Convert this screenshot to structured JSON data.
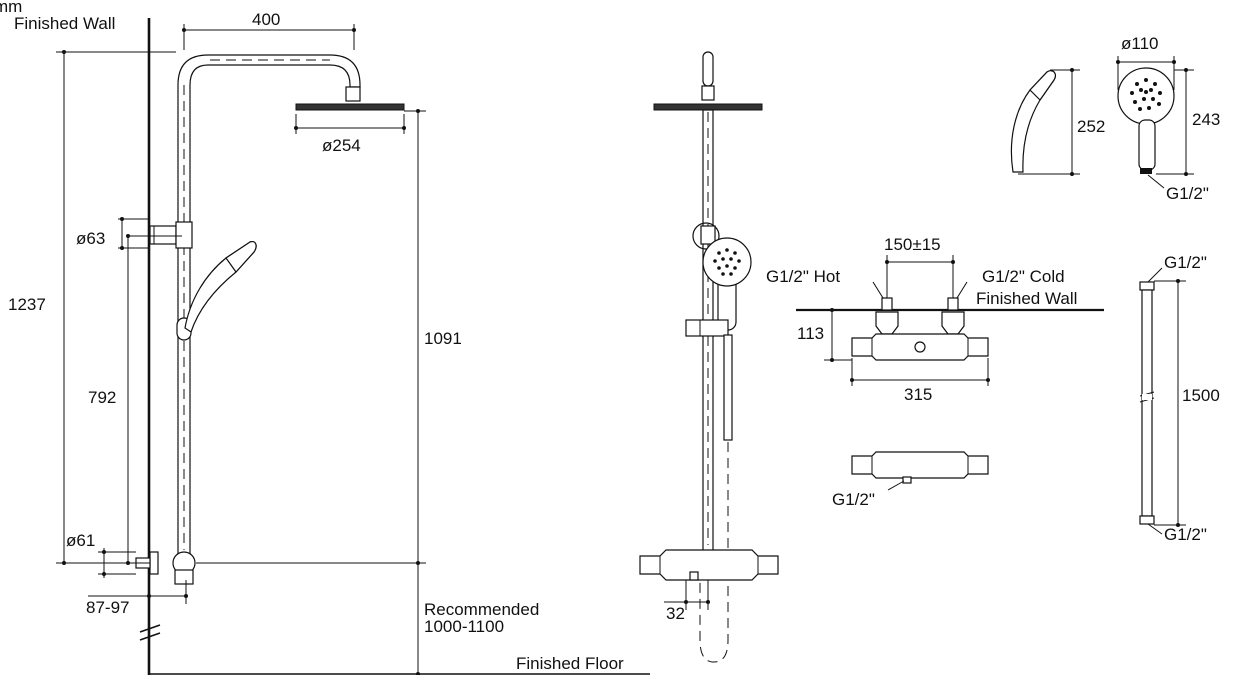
{
  "labels": {
    "unit": "mm",
    "finished_wall_top": "Finished Wall",
    "finished_wall_valve": "Finished Wall",
    "finished_floor": "Finished Floor",
    "recommended": "Recommended",
    "recommended_range": "1000-1100",
    "hot_inlet": "G1/2\" Hot",
    "cold_inlet": "G1/2\" Cold",
    "outlet_valve": "G1/2\"",
    "hand_shower_conn": "G1/2\"",
    "hose_top": "G1/2\"",
    "hose_bottom": "G1/2\""
  },
  "dimensions": {
    "arm_reach": "400",
    "head_diameter": "ø254",
    "total_height": "1237",
    "head_height": "1091",
    "bracket_diameter": "ø63",
    "bracket_spacing": "792",
    "valve_diameter": "ø61",
    "wall_offset": "87-97",
    "outlet_offset": "32",
    "hand_length": "252",
    "hand_head_diameter": "ø110",
    "hand_height": "243",
    "inlet_spacing": "150±15",
    "valve_depth": "113",
    "valve_width": "315",
    "hose_length": "1500"
  }
}
